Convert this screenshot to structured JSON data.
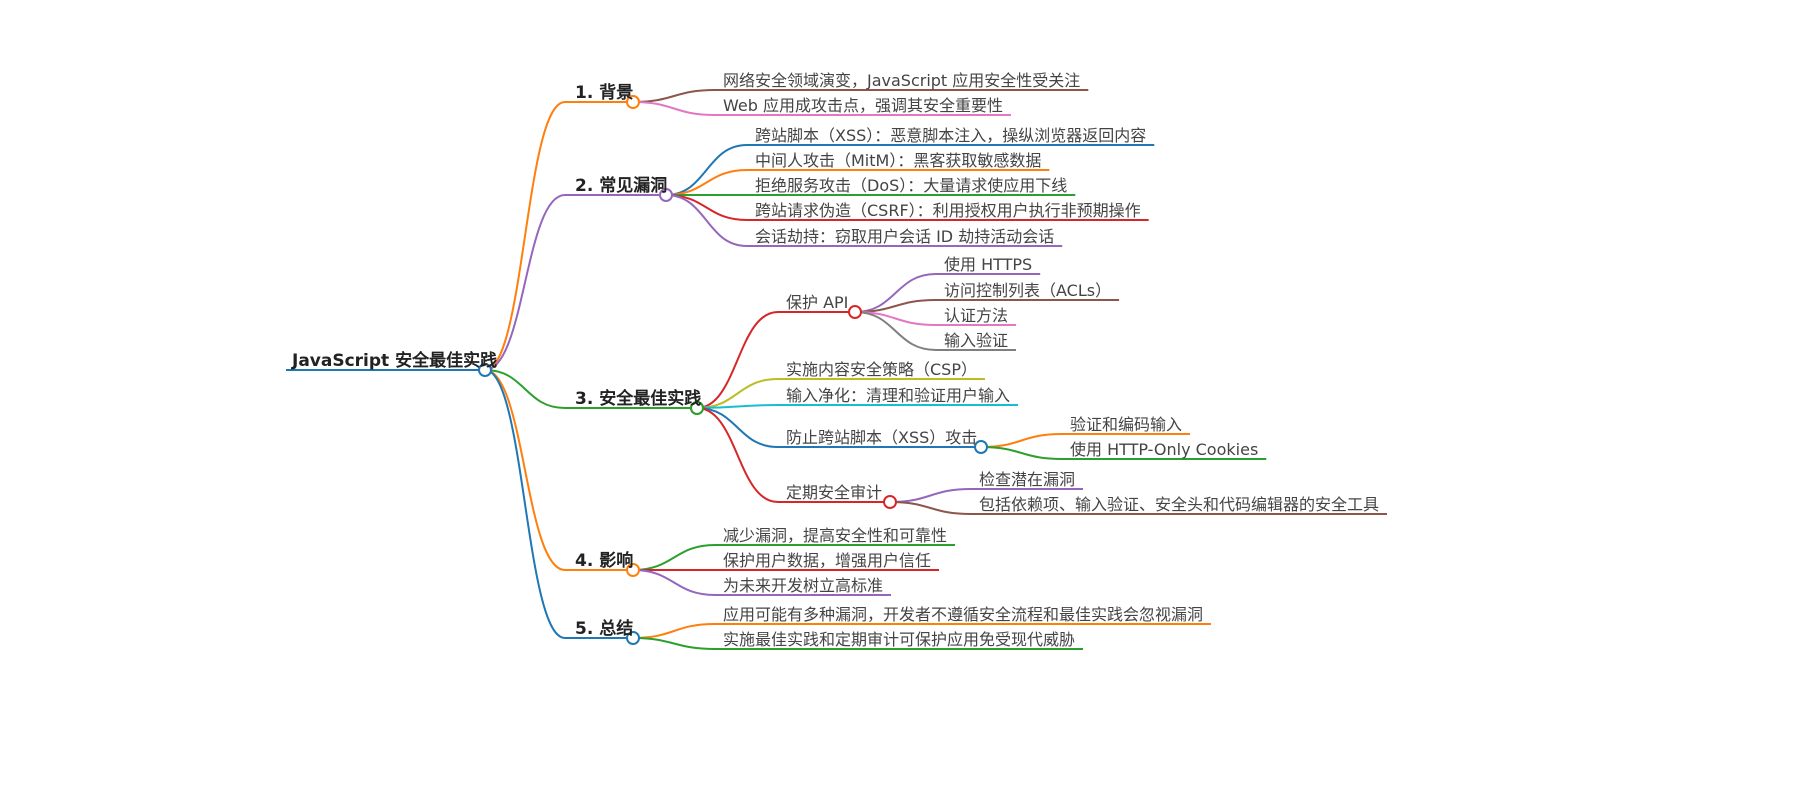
{
  "mindmap": {
    "root": {
      "label": "JavaScript 安全最佳实践",
      "color": "#1f77b4"
    },
    "branches": [
      {
        "label": "1. 背景",
        "color": "#ff7f0e",
        "children": [
          {
            "label": "网络安全领域演变，JavaScript 应用安全性受关注",
            "color": "#8c564b"
          },
          {
            "label": "Web 应用成攻击点，强调其安全重要性",
            "color": "#e377c2"
          }
        ]
      },
      {
        "label": "2. 常见漏洞",
        "color": "#9467bd",
        "children": [
          {
            "label": "跨站脚本（XSS）：恶意脚本注入，操纵浏览器返回内容",
            "color": "#1f77b4"
          },
          {
            "label": "中间人攻击（MitM）：黑客获取敏感数据",
            "color": "#ff7f0e"
          },
          {
            "label": "拒绝服务攻击（DoS）：大量请求使应用下线",
            "color": "#2ca02c"
          },
          {
            "label": "跨站请求伪造（CSRF）：利用授权用户执行非预期操作",
            "color": "#d62728"
          },
          {
            "label": "会话劫持：窃取用户会话 ID 劫持活动会话",
            "color": "#9467bd"
          }
        ]
      },
      {
        "label": "3. 安全最佳实践",
        "color": "#2ca02c",
        "children": [
          {
            "label": "保护 API",
            "color": "#d62728",
            "children": [
              {
                "label": "使用 HTTPS",
                "color": "#9467bd"
              },
              {
                "label": "访问控制列表（ACLs）",
                "color": "#8c564b"
              },
              {
                "label": "认证方法",
                "color": "#e377c2"
              },
              {
                "label": "输入验证",
                "color": "#7f7f7f"
              }
            ]
          },
          {
            "label": "实施内容安全策略（CSP）",
            "color": "#bcbd22"
          },
          {
            "label": "输入净化：清理和验证用户输入",
            "color": "#17becf"
          },
          {
            "label": "防止跨站脚本（XSS）攻击",
            "color": "#1f77b4",
            "children": [
              {
                "label": "验证和编码输入",
                "color": "#ff7f0e"
              },
              {
                "label": "使用 HTTP-Only Cookies",
                "color": "#2ca02c"
              }
            ]
          },
          {
            "label": "定期安全审计",
            "color": "#d62728",
            "children": [
              {
                "label": "检查潜在漏洞",
                "color": "#9467bd"
              },
              {
                "label": "包括依赖项、输入验证、安全头和代码编辑器的安全工具",
                "color": "#8c564b"
              }
            ]
          }
        ]
      },
      {
        "label": "4. 影响",
        "color": "#ff7f0e",
        "children": [
          {
            "label": "减少漏洞，提高安全性和可靠性",
            "color": "#2ca02c"
          },
          {
            "label": "保护用户数据，增强用户信任",
            "color": "#d62728"
          },
          {
            "label": "为未来开发树立高标准",
            "color": "#9467bd"
          }
        ]
      },
      {
        "label": "5. 总结",
        "color": "#1f77b4",
        "children": [
          {
            "label": "应用可能有多种漏洞，开发者不遵循安全流程和最佳实践会忽视漏洞",
            "color": "#ff7f0e"
          },
          {
            "label": "实施最佳实践和定期审计可保护应用免受现代威胁",
            "color": "#2ca02c"
          }
        ]
      }
    ]
  }
}
